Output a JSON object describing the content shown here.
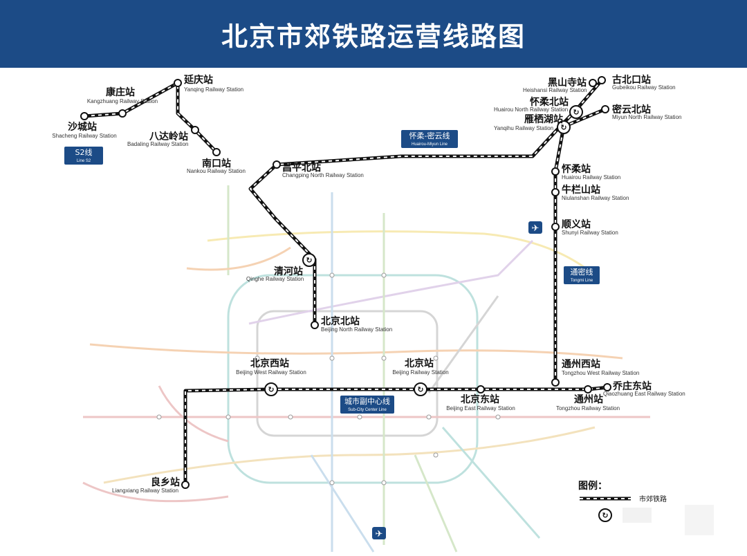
{
  "title": "北京市郊铁路运营线路图",
  "colors": {
    "header_bg": "#1c4b86",
    "rail": "#111111",
    "tag_bg": "#1c4b86",
    "metro": [
      "#e8b4b4",
      "#b9d3e8",
      "#c8dfb8",
      "#f0d9a8",
      "#d7c4e4",
      "#a9d8d4",
      "#f2c39a",
      "#c7c7c7",
      "#f5e39a"
    ]
  },
  "lines": [
    {
      "name_zh": "S2线",
      "name_en": "Line S2"
    },
    {
      "name_zh": "怀柔-密云线",
      "name_en": "Huairou-Miyun Line"
    },
    {
      "name_zh": "通密线",
      "name_en": "Tongmi Line"
    },
    {
      "name_zh": "城市副中心线",
      "name_en": "Sub-City Center Line"
    }
  ],
  "stations": [
    {
      "id": "shacheng",
      "zh": "沙城站",
      "en": "Shacheng Railway Station"
    },
    {
      "id": "kangzhuang",
      "zh": "康庄站",
      "en": "Kangzhuang Railway Station"
    },
    {
      "id": "yanqing",
      "zh": "延庆站",
      "en": "Yanqing Railway Station"
    },
    {
      "id": "badaling",
      "zh": "八达岭站",
      "en": "Badaling Railway Station"
    },
    {
      "id": "nankou",
      "zh": "南口站",
      "en": "Nankou Railway Station"
    },
    {
      "id": "changpingbei",
      "zh": "昌平北站",
      "en": "Changping North Railway Station"
    },
    {
      "id": "qinghe",
      "zh": "清河站",
      "en": "Qinghe Railway Station"
    },
    {
      "id": "beijingbei",
      "zh": "北京北站",
      "en": "Beijing North Railway Station"
    },
    {
      "id": "beijingxi",
      "zh": "北京西站",
      "en": "Beijing West Railway Station"
    },
    {
      "id": "beijing",
      "zh": "北京站",
      "en": "Beijing Railway Station"
    },
    {
      "id": "beijingdong",
      "zh": "北京东站",
      "en": "Beijing East Railway Station"
    },
    {
      "id": "tongzhouxi",
      "zh": "通州西站",
      "en": "Tongzhou West Railway Station"
    },
    {
      "id": "qiaozhuangdong",
      "zh": "乔庄东站",
      "en": "Qiaozhuang East Railway Station"
    },
    {
      "id": "tongzhou",
      "zh": "通州站",
      "en": "Tongzhou Railway Station"
    },
    {
      "id": "liangxiang",
      "zh": "良乡站",
      "en": "Liangxiang Railway Station"
    },
    {
      "id": "heishansi",
      "zh": "黑山寺站",
      "en": "Heishansi Railway Station"
    },
    {
      "id": "gubeikou",
      "zh": "古北口站",
      "en": "Gubeikou Railway Station"
    },
    {
      "id": "huairoubei",
      "zh": "怀柔北站",
      "en": "Huairou North Railway Station"
    },
    {
      "id": "miyunbei",
      "zh": "密云北站",
      "en": "Miyun North Railway Station"
    },
    {
      "id": "yanqihu",
      "zh": "雁栖湖站",
      "en": "Yanqihu Railway Station"
    },
    {
      "id": "huairou",
      "zh": "怀柔站",
      "en": "Huairou Railway Station"
    },
    {
      "id": "niulanshan",
      "zh": "牛栏山站",
      "en": "Niulanshan Railway Station"
    },
    {
      "id": "shunyi",
      "zh": "顺义站",
      "en": "Shunyi Railway Station"
    }
  ],
  "legend": {
    "title": "图例：",
    "suburban_rail": "市郊铁路"
  }
}
